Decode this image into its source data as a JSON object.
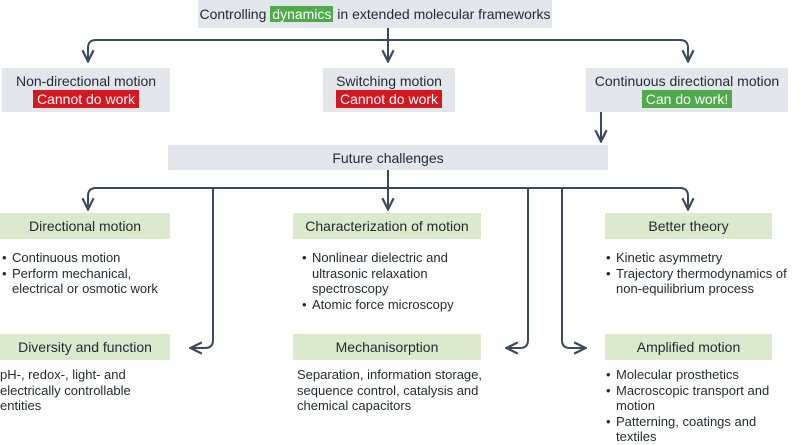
{
  "top": {
    "before": "Controlling ",
    "highlight": "dynamics",
    "after": " in extended molecular frameworks"
  },
  "motions": [
    {
      "title": "Non-directional motion",
      "tag": "Cannot do work",
      "tag_color": "#d7171f"
    },
    {
      "title": "Switching motion",
      "tag": "Cannot do work",
      "tag_color": "#d7171f"
    },
    {
      "title": "Continuous directional motion",
      "tag": "Can do work!",
      "tag_color": "#4faa4a"
    }
  ],
  "future": "Future challenges",
  "challenges": {
    "directional": {
      "title": "Directional motion",
      "items": [
        "Continuous motion",
        "Perform mechanical, electrical or osmotic work"
      ]
    },
    "characterization": {
      "title": "Characterization of motion",
      "items": [
        "Nonlinear dielectric and ultrasonic relaxation spectroscopy",
        "Atomic force microscopy"
      ]
    },
    "theory": {
      "title": "Better theory",
      "items": [
        "Kinetic asymmetry",
        "Trajectory thermodynamics of non-equilibrium process"
      ]
    },
    "diversity": {
      "title": "Diversity and function",
      "text": "pH-, redox-, light- and electrically controllable entities"
    },
    "mechanisorption": {
      "title": "Mechanisorption",
      "text": "Separation, information storage, sequence control, catalysis and chemical capacitors"
    },
    "amplified": {
      "title": "Amplified motion",
      "items": [
        "Molecular prosthetics",
        "Macroscopic transport and motion",
        "Patterning, coatings and textiles"
      ]
    }
  },
  "colors": {
    "grey_box": "#e3e7ec",
    "green_box": "#dbe9cc",
    "line": "#3a4a5c",
    "red_tag": "#d7171f",
    "green_tag": "#4faa4a"
  }
}
